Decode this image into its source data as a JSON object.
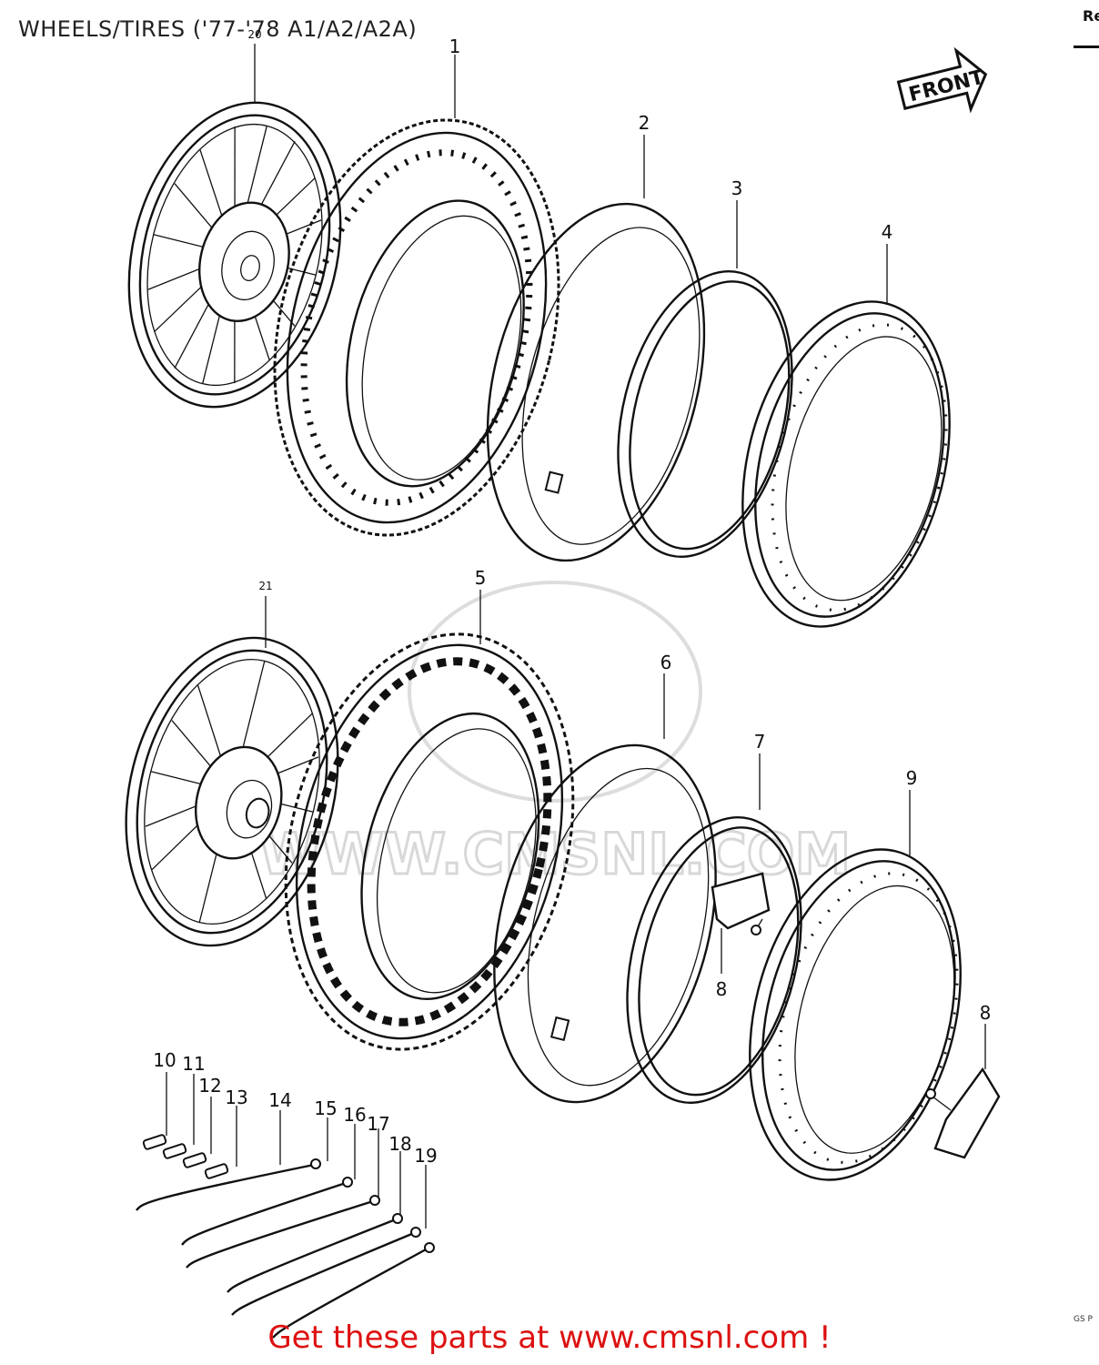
{
  "title": "WHEELS/TIRES ('77-'78 A1/A2/A2A)",
  "corner_tag": "Re",
  "front_arrow_label": "FRONT",
  "watermark_text": "WWW.CMSNL.COM",
  "footer_text": "Get these parts at www.cmsnl.com !",
  "footer_color": "#dd1111",
  "code_text": "GS P",
  "callouts": {
    "c1": "1",
    "c2": "2",
    "c3": "3",
    "c4": "4",
    "c5": "5",
    "c6": "6",
    "c7": "7",
    "c8a": "8",
    "c8b": "8",
    "c9": "9",
    "c10": "10",
    "c11": "11",
    "c12": "12",
    "c13": "13",
    "c14": "14",
    "c15": "15",
    "c16": "16",
    "c17": "17",
    "c18": "18",
    "c19": "19",
    "c20": "20",
    "c21": "21"
  }
}
